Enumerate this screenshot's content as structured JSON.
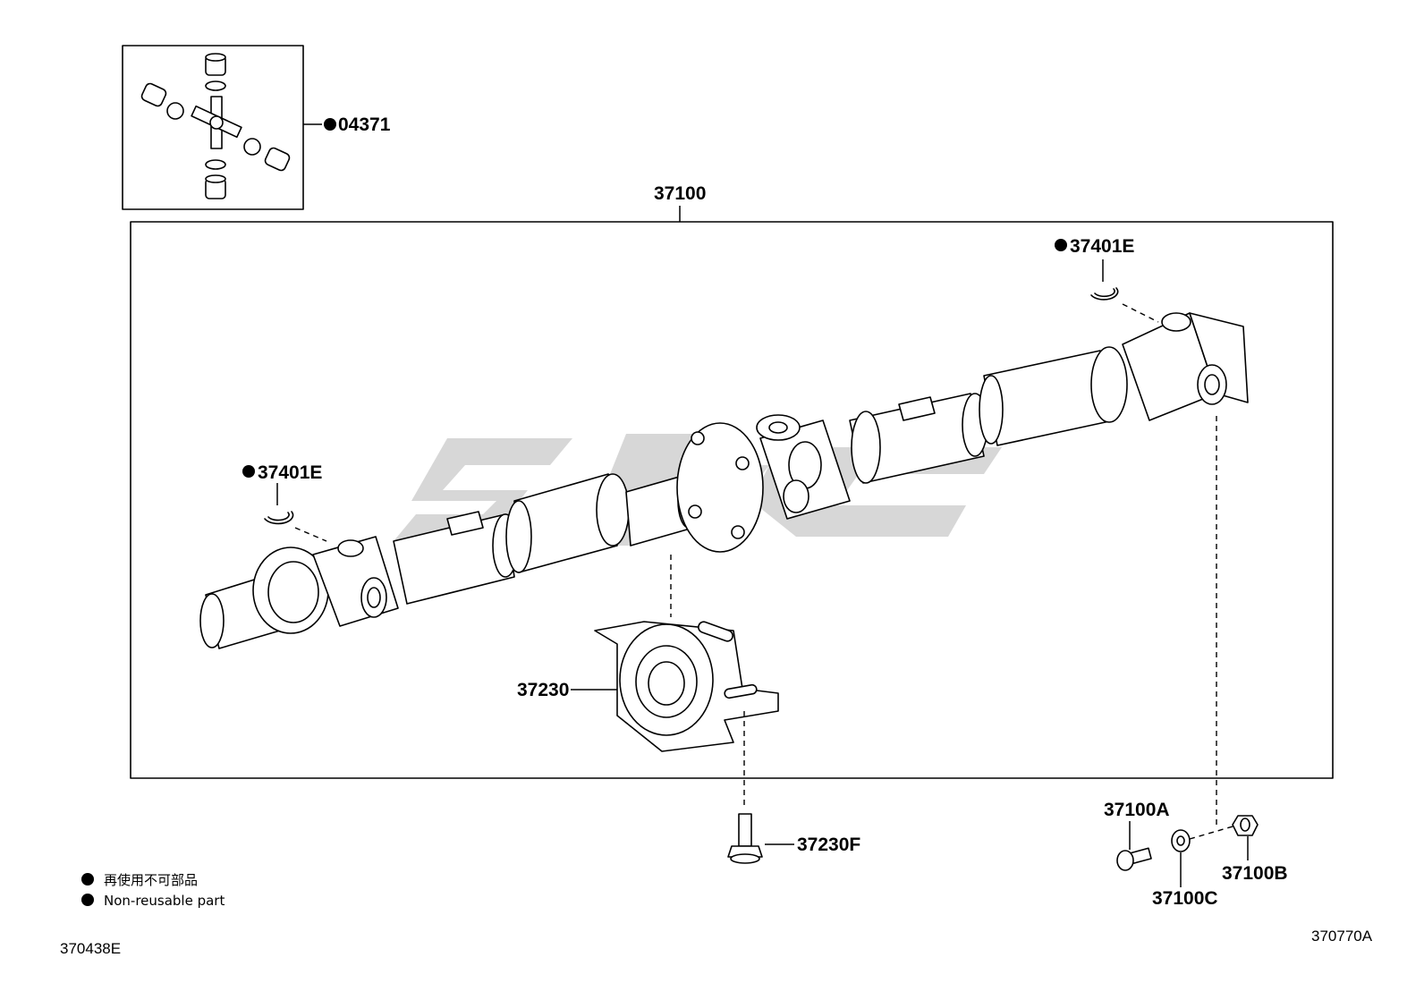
{
  "diagram": {
    "assembly_label": "37100",
    "spider_kit_label": "04371",
    "snap_ring_label": "37401E",
    "center_bearing_label": "37230",
    "bearing_bolt_label": "37230F",
    "flange_bolt_label": "37100A",
    "flange_washer_label": "37100C",
    "flange_nut_label": "37100B",
    "watermark": "SPC"
  },
  "legend": {
    "items": [
      {
        "symbol": "●",
        "text": "再使用不可部品"
      },
      {
        "symbol": "●",
        "text": "Non-reusable part"
      }
    ]
  },
  "footer": {
    "left_code": "370438E",
    "right_code": "370770A"
  },
  "colors": {
    "line": "#000000",
    "background": "#ffffff",
    "watermark": "#b7b7b7"
  }
}
